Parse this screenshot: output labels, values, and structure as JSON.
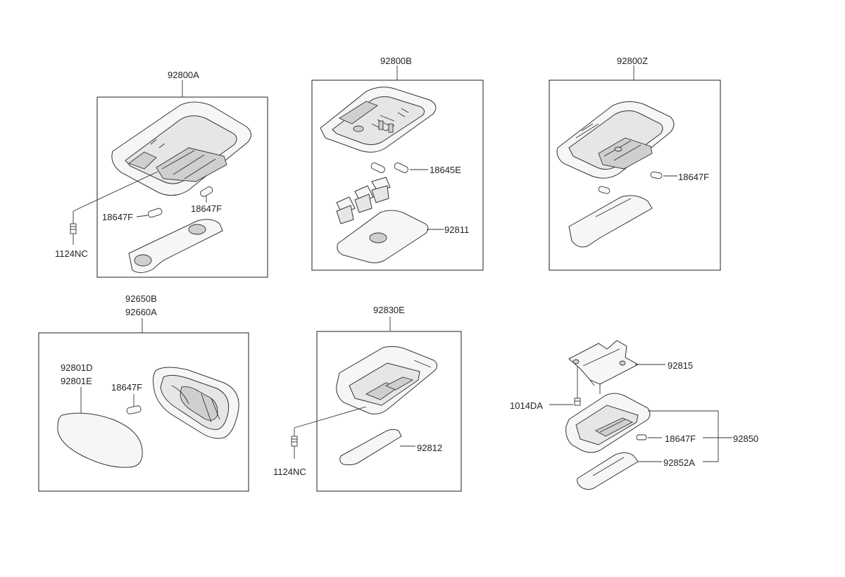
{
  "groups": {
    "g92800A": {
      "title": "92800A",
      "bulb1": "18647F",
      "bulb2": "18647F",
      "screw": "1124NC"
    },
    "g92800B": {
      "title": "92800B",
      "bulb": "18645E",
      "lens": "92811"
    },
    "g92800Z": {
      "title": "92800Z",
      "bulb": "18647F"
    },
    "g92650B": {
      "title_line1": "92650B",
      "title_line2": "92660A",
      "lens_line1": "92801D",
      "lens_line2": "92801E",
      "bulb": "18647F"
    },
    "g92830E": {
      "title": "92830E",
      "lens": "92812",
      "screw": "1124NC"
    },
    "g92850": {
      "bracket": "92815",
      "screw": "1014DA",
      "bulb": "18647F",
      "assembly": "92850",
      "lens": "92852A"
    }
  }
}
